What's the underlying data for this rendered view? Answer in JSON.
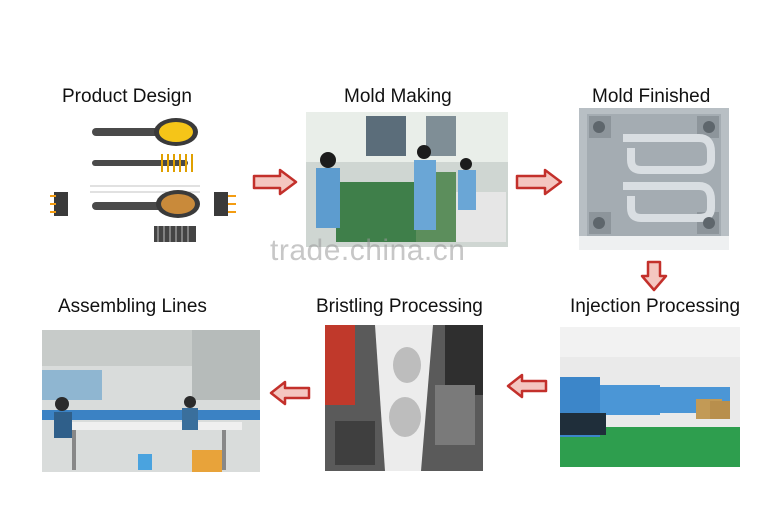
{
  "steps": [
    {
      "label": "Product Design"
    },
    {
      "label": "Mold Making"
    },
    {
      "label": "Mold Finished"
    },
    {
      "label": "Injection Processing"
    },
    {
      "label": "Bristling Processing"
    },
    {
      "label": "Assembling Lines"
    }
  ],
  "watermark": "trade.china.cn",
  "colors": {
    "arrow_fill": "#f4c6c0",
    "arrow_stroke": "#c3302b"
  }
}
